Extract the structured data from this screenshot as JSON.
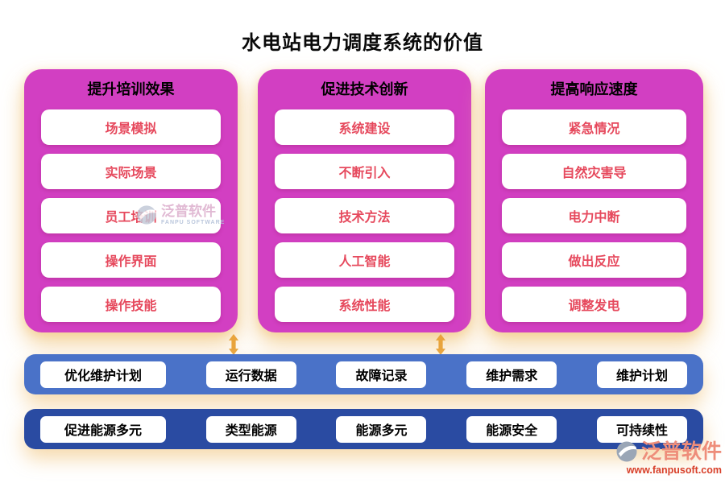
{
  "title": "水电站电力调度系统的价值",
  "columns": [
    {
      "header": "提升培训效果",
      "items": [
        "场景模拟",
        "实际场景",
        "员工培训",
        "操作界面",
        "操作技能"
      ]
    },
    {
      "header": "促进技术创新",
      "items": [
        "系统建设",
        "不断引入",
        "技术方法",
        "人工智能",
        "系统性能"
      ]
    },
    {
      "header": "提高响应速度",
      "items": [
        "紧急情况",
        "自然灾害导",
        "电力中断",
        "做出反应",
        "调整发电"
      ]
    }
  ],
  "mid_bar": {
    "items": [
      "优化维护计划",
      "运行数据",
      "故障记录",
      "维护需求",
      "维护计划"
    ]
  },
  "bottom_bar": {
    "items": [
      "促进能源多元",
      "类型能源",
      "能源多元",
      "能源安全",
      "可持续性"
    ]
  },
  "watermark": {
    "brand": "泛普软件",
    "subtitle": "FANPU SOFTWARE"
  },
  "footer_logo": {
    "brand": "泛普软件",
    "url": "www.fanpusoft.com"
  },
  "colors": {
    "panel_magenta": "#d23fc2",
    "node_text_red": "#e6495d",
    "mid_bar_blue": "#4a72c8",
    "bottom_bar_blue": "#2a4ba2",
    "arrow_orange": "#e9a43c",
    "glow_cream": "#f2cb8a",
    "logo_red": "#d8402a",
    "logo_salmon": "#ee8d7a"
  }
}
